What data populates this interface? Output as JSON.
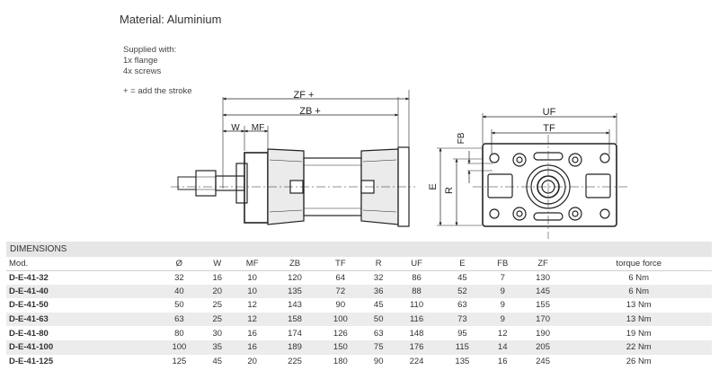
{
  "material": "Material: Aluminium",
  "supplied": {
    "heading": "Supplied with:",
    "items": [
      "1x  flange",
      "4x  screws"
    ]
  },
  "note": "+ = add the stroke",
  "drawing_labels": {
    "zf": "ZF +",
    "zb": "ZB +",
    "w": "W",
    "mf": "MF",
    "uf": "UF",
    "tf": "TF",
    "fb": "FB",
    "r": "R",
    "e": "E"
  },
  "table": {
    "title": "DIMENSIONS",
    "headers": [
      "Mod.",
      "Ø",
      "W",
      "MF",
      "ZB",
      "TF",
      "R",
      "UF",
      "E",
      "FB",
      "ZF",
      "torque force"
    ],
    "rows": [
      [
        "D-E-41-32",
        "32",
        "16",
        "10",
        "120",
        "64",
        "32",
        "86",
        "45",
        "7",
        "130",
        "6 Nm"
      ],
      [
        "D-E-41-40",
        "40",
        "20",
        "10",
        "135",
        "72",
        "36",
        "88",
        "52",
        "9",
        "145",
        "6 Nm"
      ],
      [
        "D-E-41-50",
        "50",
        "25",
        "12",
        "143",
        "90",
        "45",
        "110",
        "63",
        "9",
        "155",
        "13 Nm"
      ],
      [
        "D-E-41-63",
        "63",
        "25",
        "12",
        "158",
        "100",
        "50",
        "116",
        "73",
        "9",
        "170",
        "13 Nm"
      ],
      [
        "D-E-41-80",
        "80",
        "30",
        "16",
        "174",
        "126",
        "63",
        "148",
        "95",
        "12",
        "190",
        "19 Nm"
      ],
      [
        "D-E-41-100",
        "100",
        "35",
        "16",
        "189",
        "150",
        "75",
        "176",
        "115",
        "14",
        "205",
        "22 Nm"
      ],
      [
        "D-E-41-125",
        "125",
        "45",
        "20",
        "225",
        "180",
        "90",
        "224",
        "135",
        "16",
        "245",
        "26 Nm"
      ]
    ]
  }
}
